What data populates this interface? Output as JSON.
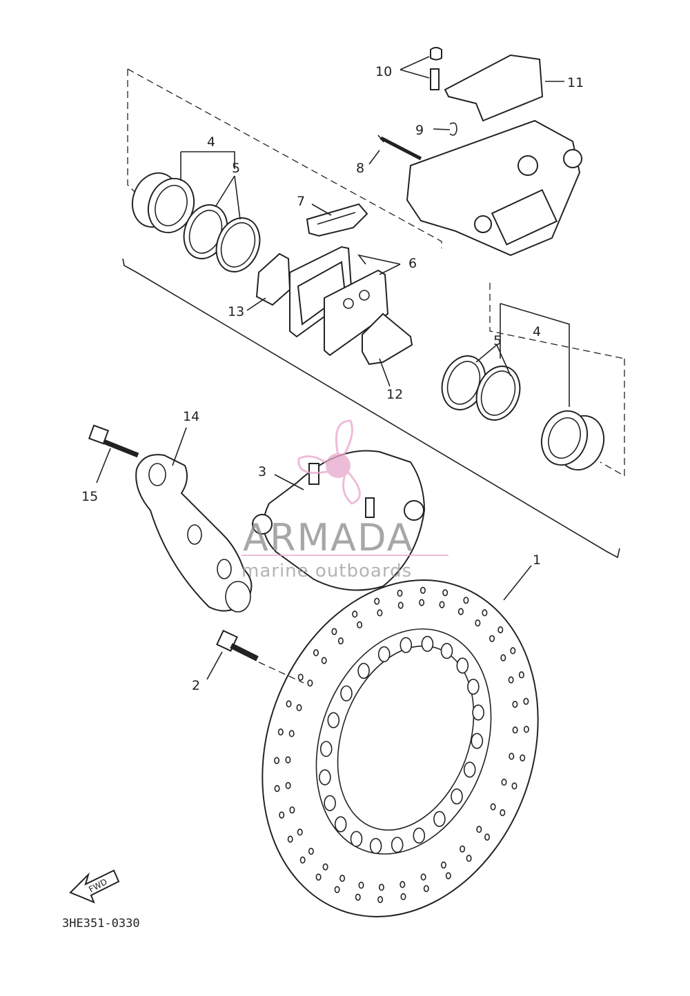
{
  "diagram_code": "3HE351-0330",
  "fwd_label": "FWD",
  "watermark": {
    "brand": "ARMADA",
    "tagline": "marine outboards",
    "accent_color": "#e8a6cc"
  },
  "callouts": {
    "c1": "1",
    "c2": "2",
    "c3": "3",
    "c4a": "4",
    "c4b": "4",
    "c5a": "5",
    "c5b": "5",
    "c6": "6",
    "c7": "7",
    "c8": "8",
    "c9": "9",
    "c10": "10",
    "c11": "11",
    "c12": "12",
    "c13": "13",
    "c14": "14",
    "c15": "15"
  }
}
